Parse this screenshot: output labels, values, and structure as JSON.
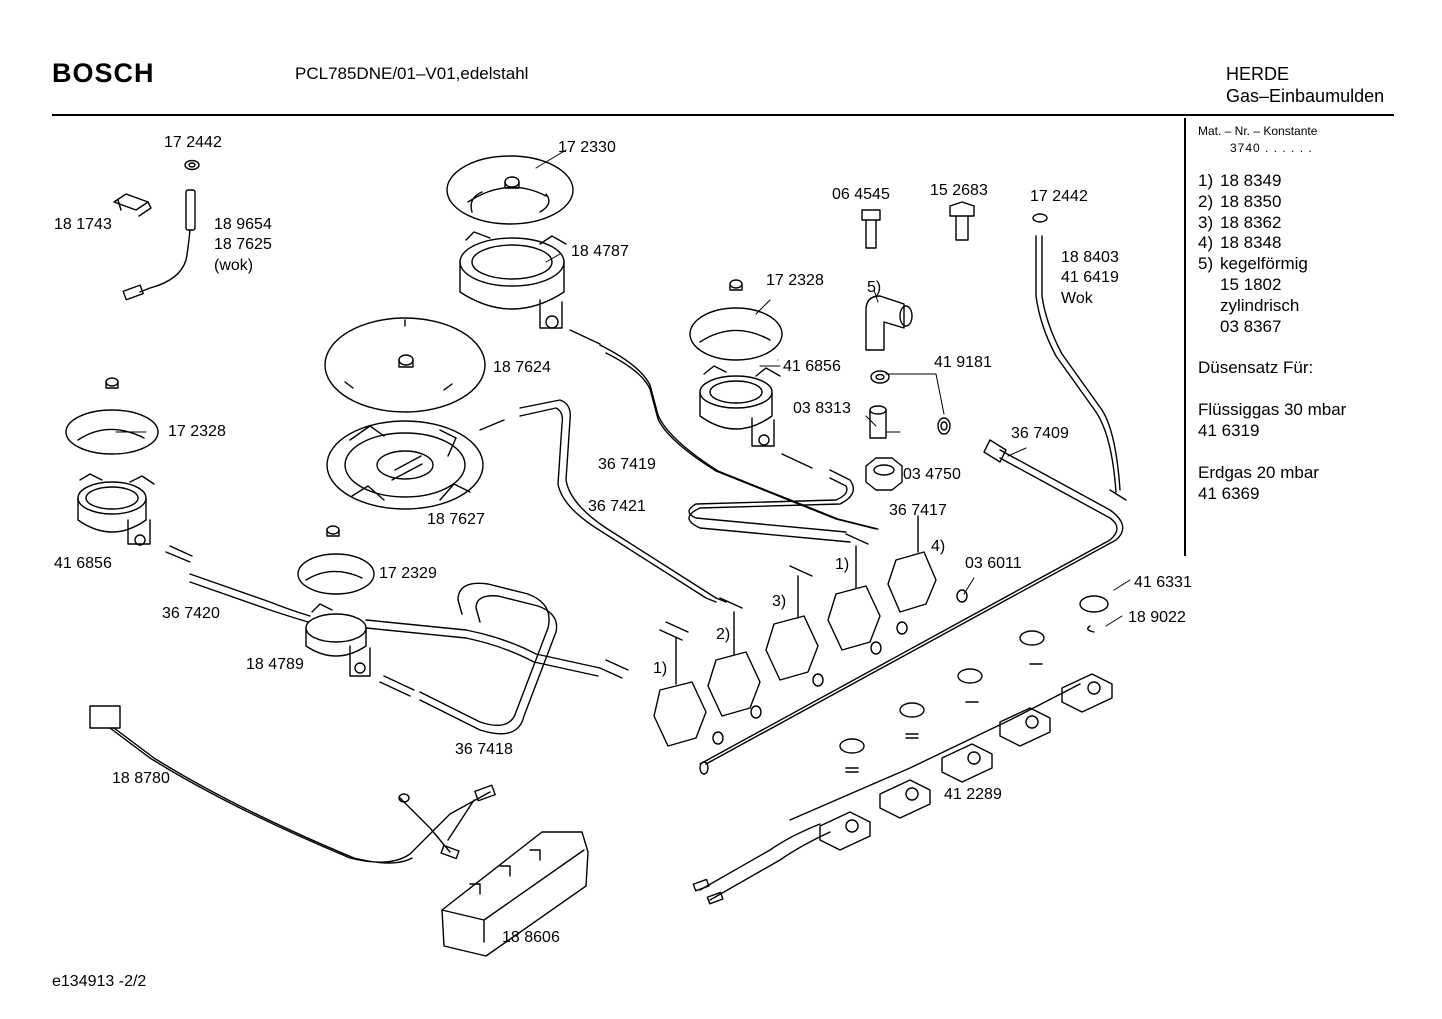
{
  "header": {
    "brand": "BOSCH",
    "model": "PCL785DNE/01–V01,edelstahl",
    "category_line1": "HERDE",
    "category_line2": "Gas–Einbaumulden"
  },
  "sidebar": {
    "heading": "Mat. – Nr. – Konstante",
    "value": "3740 . . . . . .",
    "items": [
      {
        "num": "1)",
        "text": "18 8349"
      },
      {
        "num": "2)",
        "text": "18 8350"
      },
      {
        "num": "3)",
        "text": "18 8362"
      },
      {
        "num": "4)",
        "text": "18 8348"
      },
      {
        "num": "5)",
        "text": "kegelförmig"
      }
    ],
    "sub_items": [
      "15 1802",
      "zylindrisch",
      "03 8367"
    ],
    "nozzle_title": "Düsensatz Für:",
    "lpg_label": "Flüssiggas 30 mbar",
    "lpg_number": "41 6319",
    "ng_label": "Erdgas 20 mbar",
    "ng_number": "41 6369"
  },
  "footer": {
    "doc_id": "e134913  -2/2"
  },
  "parts": {
    "p172442a": "17 2442",
    "p181743": "18 1743",
    "p189654": "18 9654",
    "p187625": "18 7625",
    "wok_a": "(wok)",
    "p172330": "17 2330",
    "p184787": "18 4787",
    "p187624": "18 7624",
    "p187627": "18 7627",
    "p172328a": "17 2328",
    "p416856a": "41 6856",
    "p367420": "36 7420",
    "p172329": "17 2329",
    "p184789": "18 4789",
    "p367418": "36 7418",
    "p188780": "18 8780",
    "p188606": "18 8606",
    "p367419": "36 7419",
    "p367421": "36 7421",
    "p064545": "06 4545",
    "p152683": "15 2683",
    "p172442b": "17 2442",
    "p188403": "18 8403",
    "p416419": "41 6419",
    "wok_b": "Wok",
    "p172328b": "17 2328",
    "m5": "5)",
    "p416856b": "41 6856",
    "p419181": "41 9181",
    "p038313": "03 8313",
    "p034750": "03 4750",
    "p367409": "36 7409",
    "p367417": "36 7417",
    "m1a": "1)",
    "m4": "4)",
    "p036011": "03 6011",
    "m3": "3)",
    "m2": "2)",
    "m1b": "1)",
    "p416331": "41 6331",
    "p189022": "18 9022",
    "p412289": "41 2289"
  }
}
